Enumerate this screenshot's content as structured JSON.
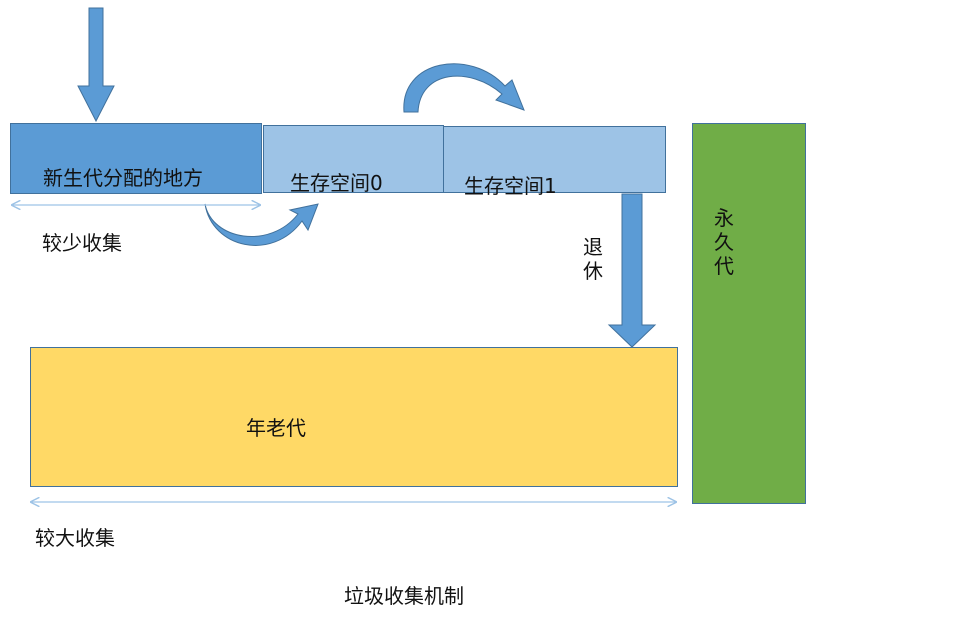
{
  "diagram": {
    "title": "垃圾收集机制",
    "boxes": {
      "eden": {
        "label": "新生代分配的地方",
        "fill": "#5b9bd5"
      },
      "survivor0": {
        "label": "生存空间0",
        "fill": "#9dc3e6"
      },
      "survivor1": {
        "label": "生存空间1",
        "fill": "#9dc3e6"
      },
      "old_gen": {
        "label": "年老代",
        "fill": "#ffd966"
      },
      "perm_gen": {
        "label": "永久代",
        "fill": "#70ad47"
      }
    },
    "annotations": {
      "minor_gc": "较少收集",
      "major_gc": "较大收集",
      "retire": "退休"
    },
    "colors": {
      "arrow_fill": "#5b9bd5",
      "arrow_stroke": "#41719c",
      "span_line": "#9dc3e6"
    }
  }
}
